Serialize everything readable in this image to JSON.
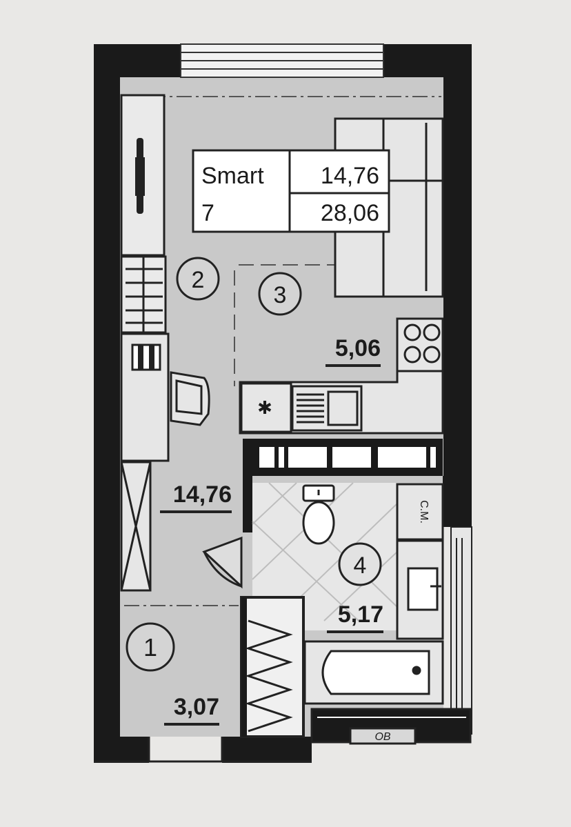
{
  "info_box": {
    "type_label": "Smart",
    "number": "7",
    "living_area": "14,76",
    "total_area": "28,06"
  },
  "rooms": [
    {
      "number": "1",
      "area": "3,07"
    },
    {
      "number": "2",
      "area": "14,76"
    },
    {
      "number": "3",
      "area": "5,06"
    },
    {
      "number": "4",
      "area": "5,17"
    }
  ],
  "fixtures": {
    "washing_machine_label": "С.М.",
    "ventilation_label": "ОВ",
    "fridge_symbol": "✱"
  },
  "colors": {
    "wall": "#1a1a1a",
    "floor": "#c9c9c9",
    "paper": "#e9e8e6",
    "furniture": "#e6e6e6"
  }
}
